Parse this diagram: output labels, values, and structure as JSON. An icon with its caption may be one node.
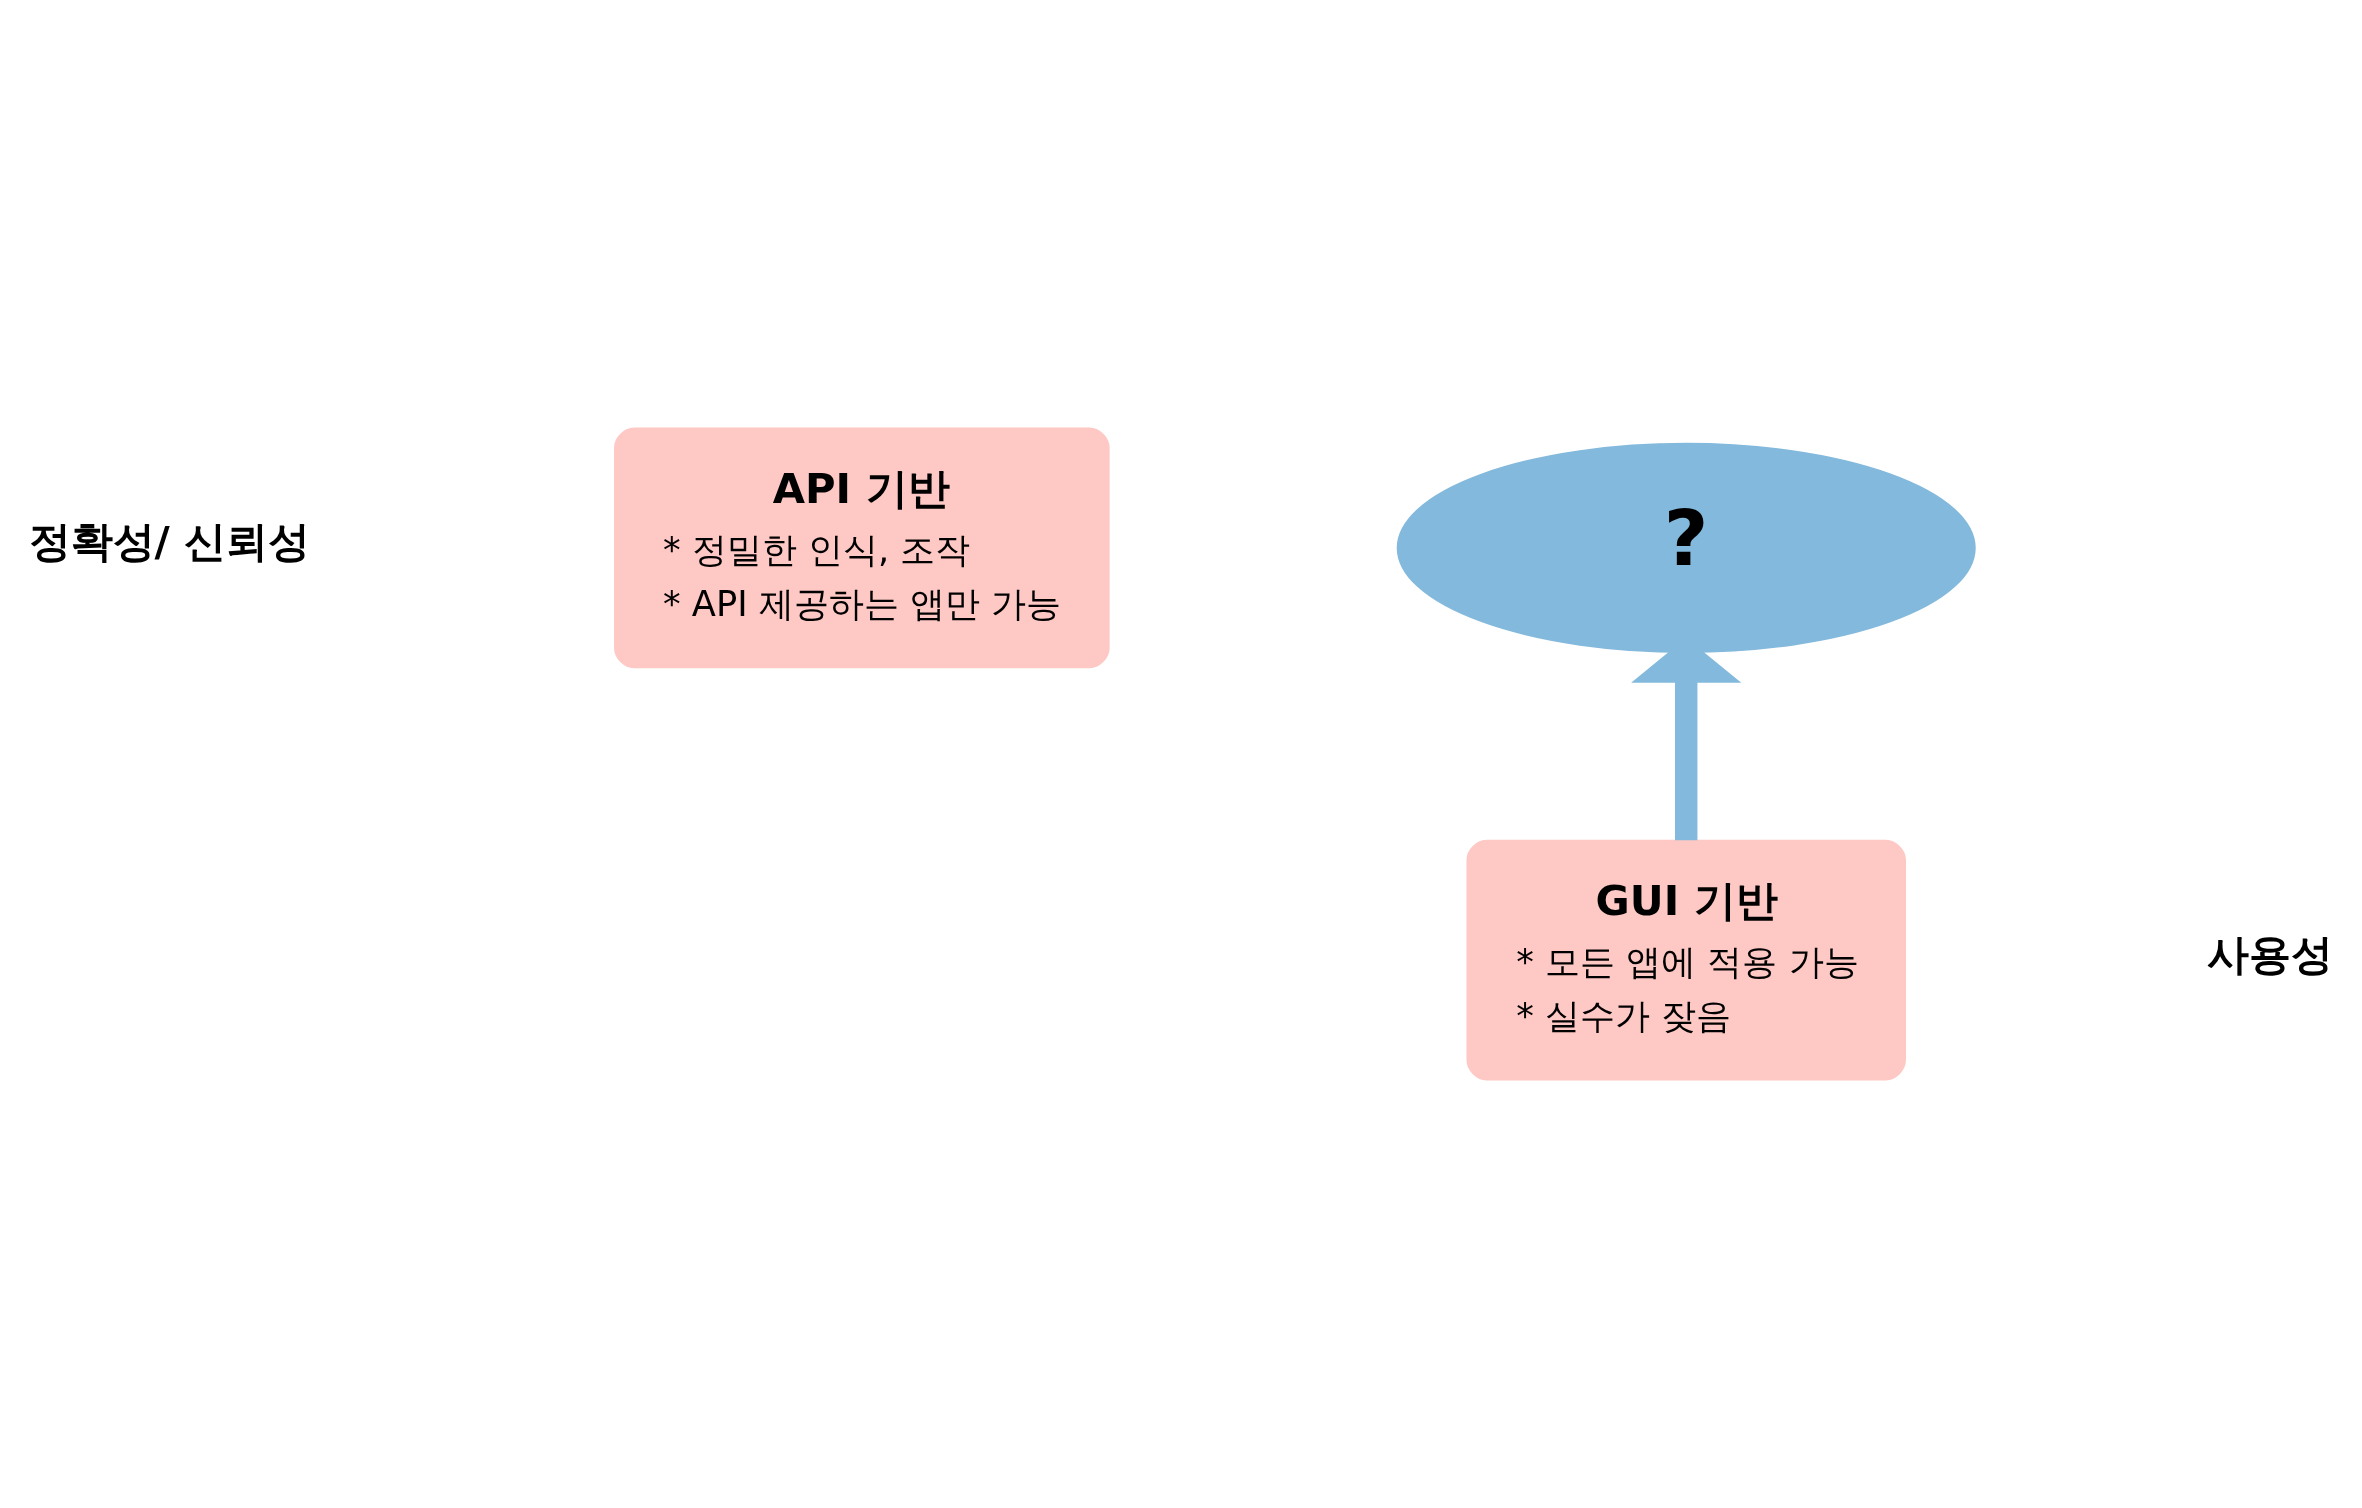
{
  "diagram": {
    "nodes": [
      {
        "text": [
          "API 기반",
          "* 정밀한 인식, 조작",
          "* API 제공하는 앱만 가능"
        ]
      },
      {
        "text": [
          "?"
        ]
      },
      {
        "text": [
          "GUI 기반",
          "* 모든 앱에 적용 가능",
          "* 실수가 잦음"
        ]
      }
    ],
    "edges": [
      {
        "from": 2,
        "to": 1,
        "arrow": "to",
        "color": "#83b9dc"
      }
    ],
    "labels": [
      "정확성/ 신뢰성",
      "사용성"
    ]
  }
}
